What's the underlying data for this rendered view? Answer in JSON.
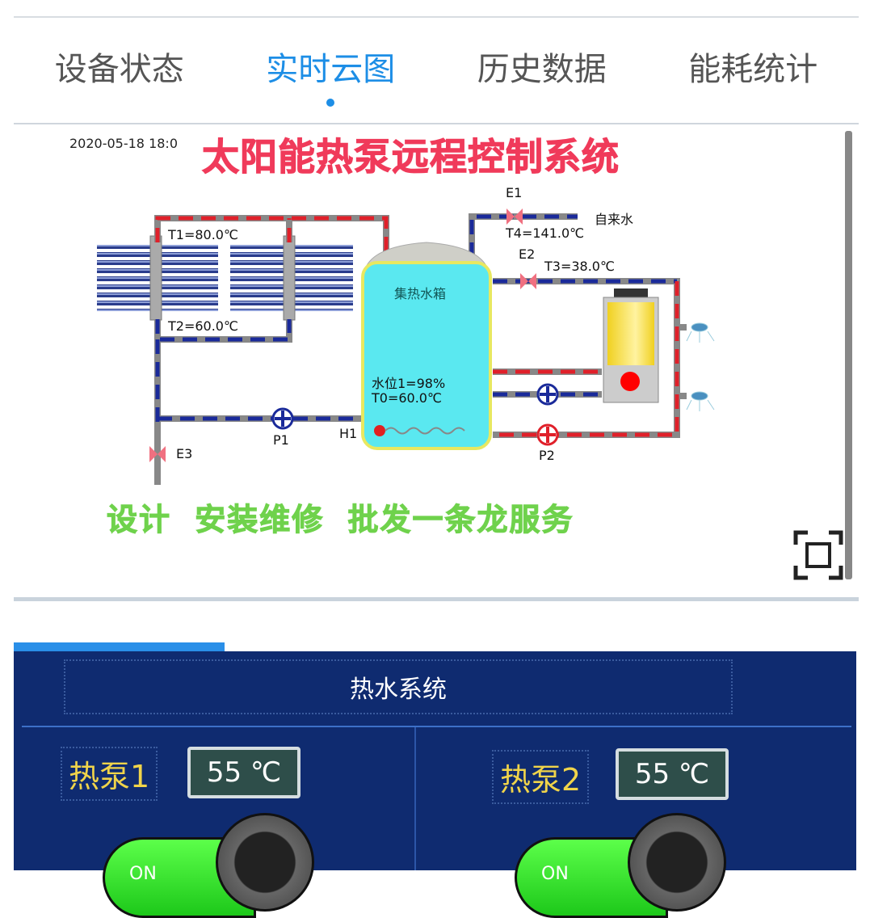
{
  "tabs": [
    {
      "label": "设备状态"
    },
    {
      "label": "实时云图",
      "active": true
    },
    {
      "label": "历史数据"
    },
    {
      "label": "能耗统计"
    }
  ],
  "diagram": {
    "timestamp": "2020-05-18 18:0",
    "title": "太阳能热泵远程控制系统",
    "slogan": "设计 安装维修 批发一条龙服务",
    "tank_label": "集热水箱",
    "water_level": "水位1=98%",
    "t0": "T0=60.0℃",
    "t1": "T1=80.0℃",
    "t2": "T2=60.0℃",
    "t3": "T3=38.0℃",
    "t4": "T4=141.0℃",
    "tap_water": "自来水",
    "valves": [
      "E1",
      "E2",
      "E3"
    ],
    "pumps": [
      "P1",
      "P2"
    ],
    "heater": "H1",
    "colors": {
      "hot": "#e0202a",
      "cold": "#1a2a9a",
      "tank": "#5ae8f0"
    }
  },
  "panel": {
    "title": "热水系统",
    "units": [
      {
        "name": "热泵1",
        "temp": "55 ℃",
        "switch": "ON"
      },
      {
        "name": "热泵2",
        "temp": "55 ℃",
        "switch": "ON"
      }
    ]
  }
}
